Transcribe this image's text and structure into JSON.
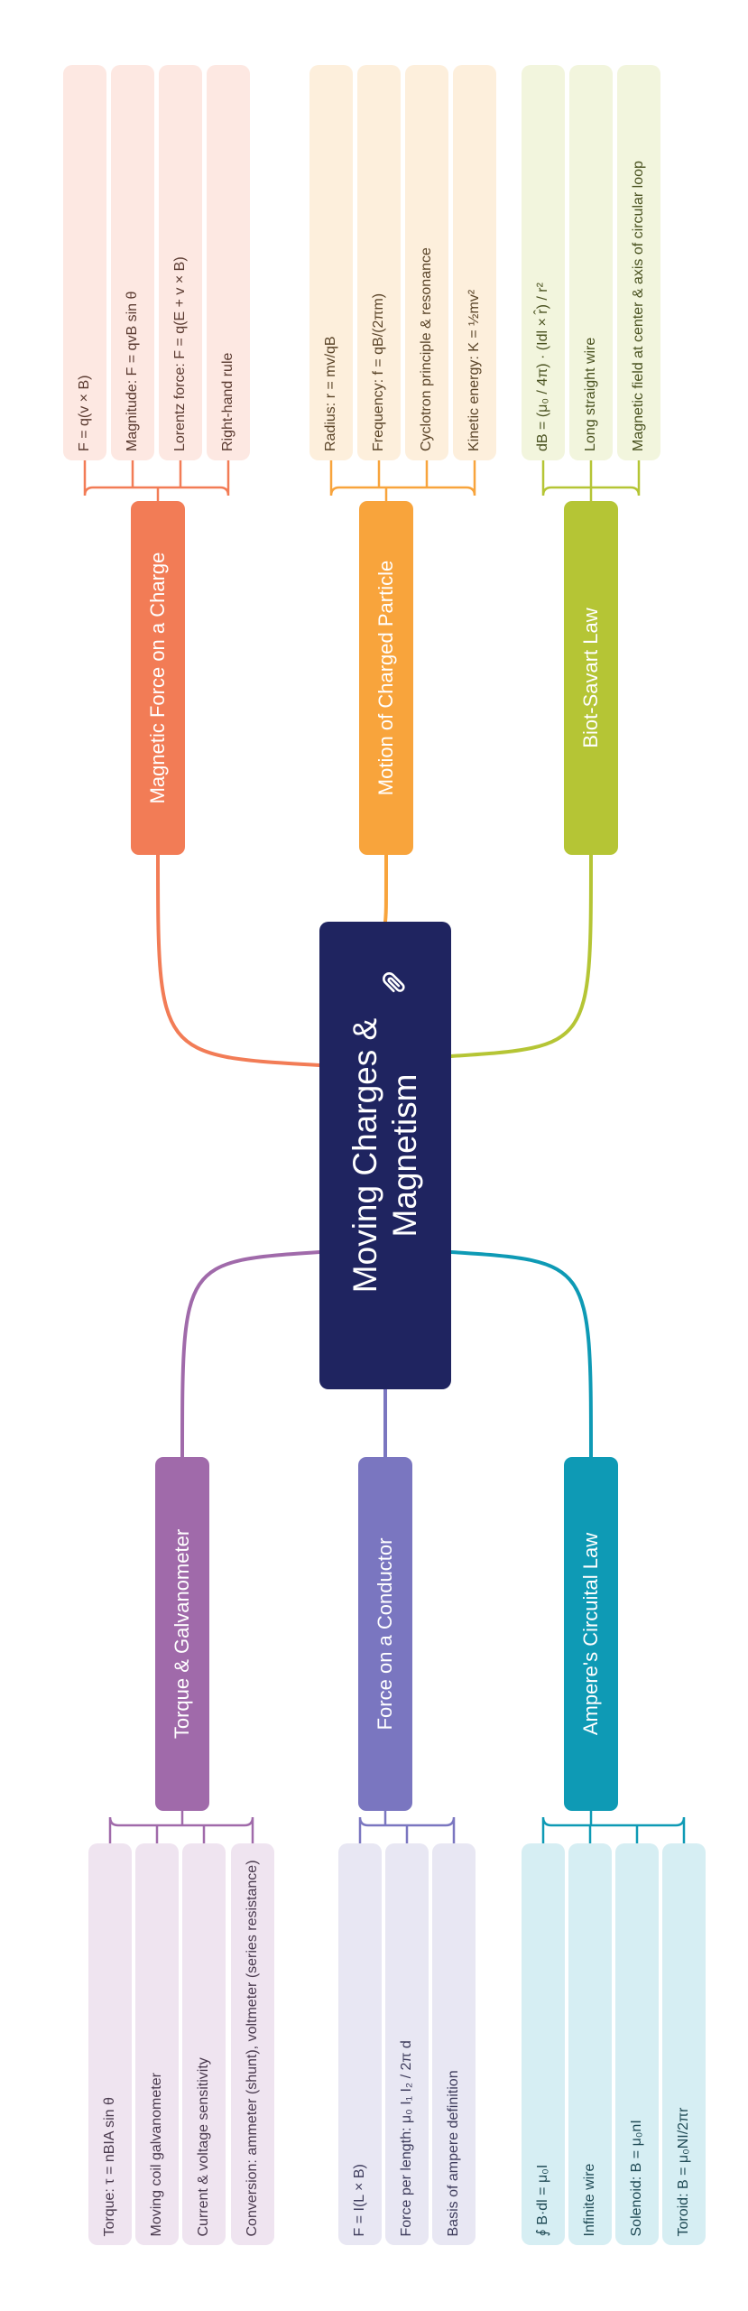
{
  "central": {
    "title_line1": "Moving Charges &",
    "title_line2": "Magnetism",
    "icon": "paperclip-icon",
    "color": "#1f2460"
  },
  "branches": [
    {
      "key": "magnetic-force-on-charge",
      "label": "Magnetic Force on a Charge",
      "color": "#f27c56",
      "leaf_color": "#fde8e2",
      "leaf_text_color": "#5a3a30",
      "leaves": [
        "F = q(v × B)",
        "Magnitude: F = qvB sin θ",
        "Lorentz force: F = q(E + v × B)",
        "Right-hand rule"
      ]
    },
    {
      "key": "motion-of-charged-particle",
      "label": "Motion of Charged Particle",
      "color": "#f8a43c",
      "leaf_color": "#fdefdc",
      "leaf_text_color": "#5a4428",
      "leaves": [
        "Radius: r = mv/qB",
        "Frequency: f = qB/(2πm)",
        "Cyclotron principle & resonance",
        "Kinetic energy: K = ½mv²"
      ]
    },
    {
      "key": "biot-savart-law",
      "label": "Biot-Savart Law",
      "color": "#b5c535",
      "leaf_color": "#f2f5dd",
      "leaf_text_color": "#4a5220",
      "leaves": [
        "dB = (μ₀ / 4π) · (Idl × r̂) / r²",
        "Long straight wire",
        "Magnetic field at center & axis of circular loop"
      ]
    },
    {
      "key": "torque-galvanometer",
      "label": "Torque & Galvanometer",
      "color": "#a06aaa",
      "leaf_color": "#efe4f0",
      "leaf_text_color": "#4a3a4e",
      "leaves": [
        "Torque: τ = nBIA sin θ",
        "Moving coil galvanometer",
        "Current & voltage sensitivity",
        "Conversion: ammeter (shunt), voltmeter (series resistance)"
      ]
    },
    {
      "key": "force-on-conductor",
      "label": "Force on a Conductor",
      "color": "#7a76c0",
      "leaf_color": "#e8e7f3",
      "leaf_text_color": "#3e3c5c",
      "leaves": [
        "F = I(L × B)",
        "Force per length: μ₀ I₁ I₂ / 2π d",
        "Basis of ampere definition"
      ]
    },
    {
      "key": "amperes-circuital-law",
      "label": "Ampere's Circuital Law",
      "color": "#0e9ab5",
      "leaf_color": "#d6eef3",
      "leaf_text_color": "#1f4a55",
      "leaves": [
        "∮ B·dl = μ₀I",
        "Infinite wire",
        "Solenoid: B = μ₀nI",
        "Toroid: B = μ₀NI/2πr"
      ]
    }
  ]
}
